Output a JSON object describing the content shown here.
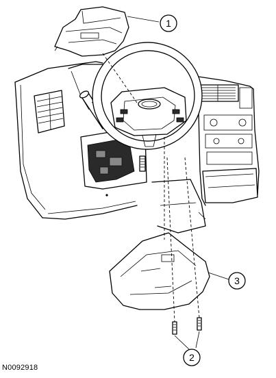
{
  "figure": {
    "id_label": "N0092918",
    "callouts": [
      {
        "number": "1"
      },
      {
        "number": "2"
      },
      {
        "number": "3"
      }
    ]
  }
}
